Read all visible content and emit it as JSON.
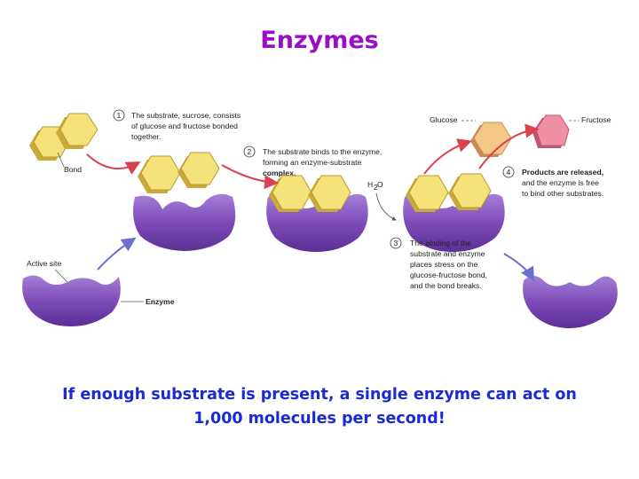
{
  "slide": {
    "title": "Enzymes",
    "caption_line1": "If enough substrate is present, a single enzyme can act on",
    "caption_line2": "1,000 molecules per second!"
  },
  "diagram": {
    "labels": {
      "bond": "Bond",
      "active_site": "Active site",
      "enzyme": "Enzyme",
      "glucose": "Glucose",
      "fructose": "Fructose",
      "water_h": "H",
      "water_2": "2",
      "water_o": "O"
    },
    "steps": [
      {
        "number": "1",
        "lines": [
          "The substrate, sucrose, consists",
          "of glucose and fructose bonded",
          "together."
        ],
        "bold_term": "substrate"
      },
      {
        "number": "2",
        "lines": [
          "The substrate binds to the enzyme,",
          "forming an enzyme-substrate",
          "complex."
        ],
        "bold_term": "enzyme-substrate complex"
      },
      {
        "number": "3",
        "lines": [
          "The binding of the",
          "substrate and enzyme",
          "places stress on the",
          "glucose-fructose bond,",
          "and the bond breaks."
        ],
        "bold_term": ""
      },
      {
        "number": "4",
        "lines": [
          "Products are released,",
          "and the enzyme is free",
          "to bind other substrates."
        ],
        "bold_term": "Products"
      }
    ],
    "colors": {
      "enzyme": "#7e4bb8",
      "substrate": "#f6e27a",
      "glucose": "#f3c887",
      "fructose": "#ef8fa4",
      "arrow_red": "#d9414f",
      "arrow_blue": "#6d6fd0",
      "title": "#9a0fc6",
      "caption": "#1a2bd0"
    }
  }
}
